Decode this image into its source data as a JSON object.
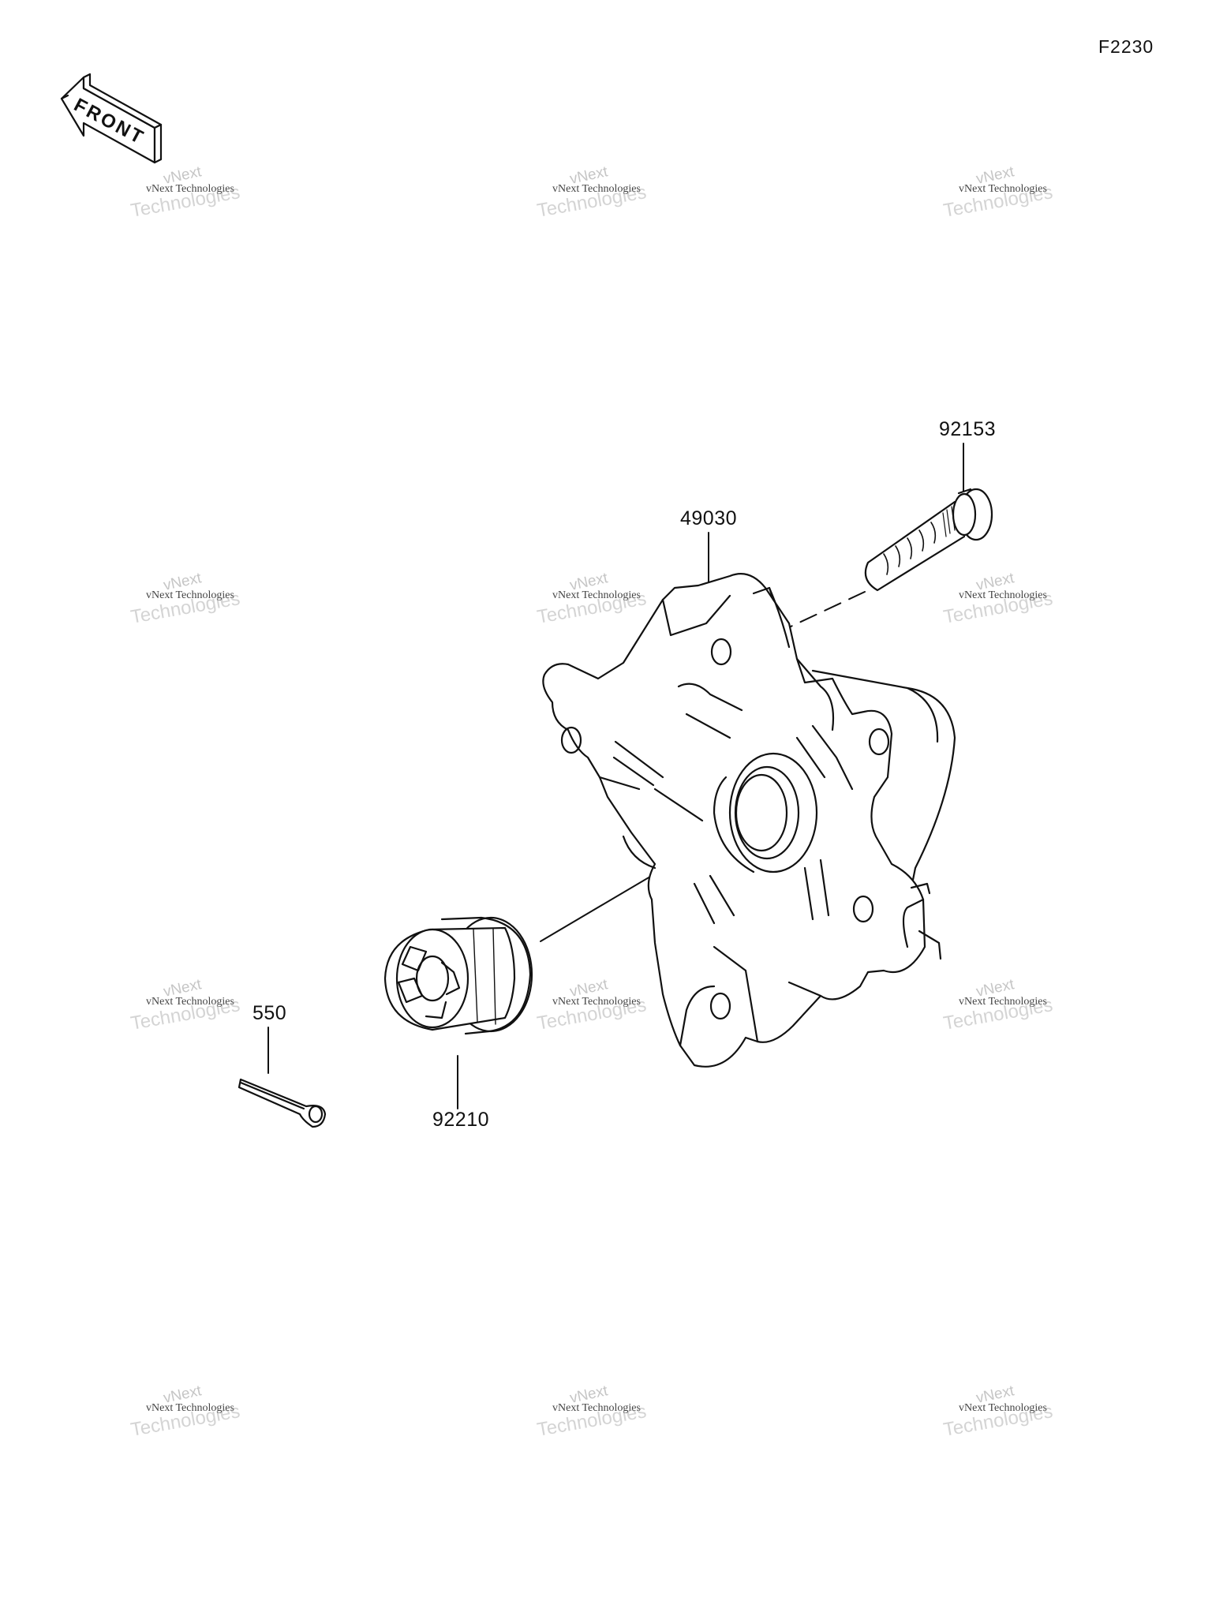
{
  "figure_code": "F2230",
  "front_label": "FRONT",
  "watermark": {
    "line1": "vNext",
    "line2": "vNext Technologies",
    "line3": "Technologies"
  },
  "parts": [
    {
      "number": "92153",
      "name": "stud-bolt"
    },
    {
      "number": "49030",
      "name": "hub"
    },
    {
      "number": "550",
      "name": "cotter-pin"
    },
    {
      "number": "92210",
      "name": "castle-nut"
    }
  ]
}
